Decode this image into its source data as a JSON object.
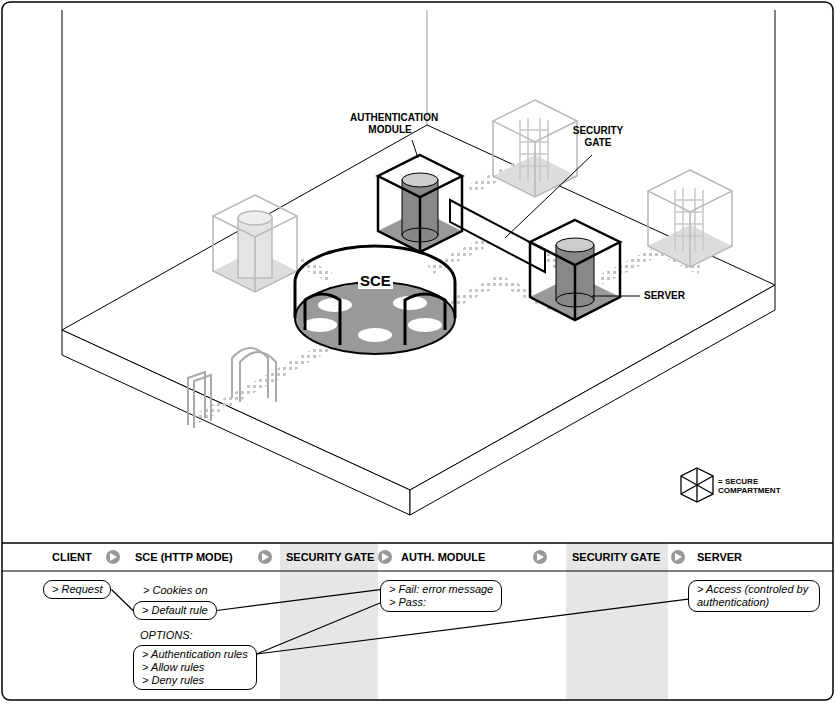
{
  "diagram": {
    "nodes": [
      {
        "text": [
          "> Request"
        ]
      },
      {
        "text": [
          "> Default rule"
        ]
      },
      {
        "text": [
          "> Authentication rules",
          "> Allow rules",
          "> Deny rules"
        ]
      },
      {
        "text": [
          "> Fail: error message",
          "> Pass:"
        ]
      },
      {
        "text": [
          "> Access (controled by authentication)"
        ]
      }
    ],
    "edges": [
      {
        "from": 0,
        "to": 1,
        "arrow": "none"
      },
      {
        "from": 1,
        "to": 3,
        "arrow": "none"
      },
      {
        "from": 2,
        "to": 3,
        "arrow": "none"
      },
      {
        "from": 2,
        "to": 4,
        "arrow": "none"
      }
    ],
    "labels": [
      "AUTHENTICATION MODULE",
      "SECURITY GATE",
      "SCE",
      "SERVER",
      "CLIENT",
      "SCE (HTTP MODE)",
      "SECURITY GATE",
      "AUTH. MODULE",
      "SECURITY GATE",
      "SERVER",
      "> Cookies on",
      "OPTIONS:"
    ],
    "legend": [
      {
        "text": "= SECURE COMPARTMENT"
      }
    ]
  }
}
